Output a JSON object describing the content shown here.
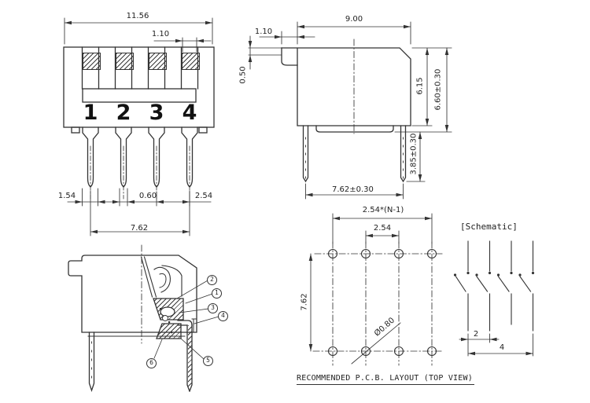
{
  "colors": {
    "background": "#ffffff",
    "line": "#333333",
    "text": "#1f1f1f"
  },
  "front_view": {
    "dims": {
      "overall_width": "11.56",
      "slider_width": "1.10",
      "pin_shoulder": "1.54",
      "pin_thickness": "0.60",
      "pin_pitch": "2.54",
      "pin_row_span": "7.62"
    },
    "position_labels": [
      "1",
      "2",
      "3",
      "4"
    ]
  },
  "side_view": {
    "dims": {
      "body_depth": "9.00",
      "actuator_protrusion": "1.10",
      "actuator_step": "0.50",
      "body_height": "6.15",
      "overall_height": "6.60±0.30",
      "pin_length": "3.85±0.30",
      "pin_row_spacing": "7.62±0.30"
    }
  },
  "section_view": {
    "callouts": [
      "1",
      "2",
      "3",
      "4",
      "5",
      "6"
    ]
  },
  "pcb_layout": {
    "dims": {
      "span": "2.54*(N-1)",
      "pitch": "2.54",
      "row_spacing": "7.62",
      "hole_diameter": "Ø0.80"
    },
    "caption": "RECOMMENDED P.C.B. LAYOUT (TOP VIEW)"
  },
  "schematic": {
    "title": "[Schematic]",
    "dims": {
      "pitch_2": "2",
      "span_4": "4"
    }
  }
}
